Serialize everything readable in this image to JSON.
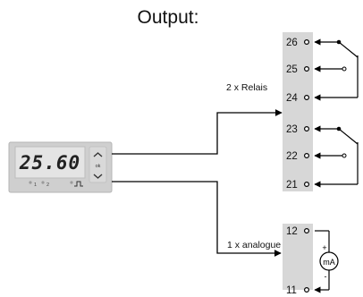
{
  "title": "Output:",
  "device": {
    "display_value": "25.60",
    "key_up": "^",
    "key_ok": "ok",
    "key_down": "v",
    "led_1": "1",
    "led_2": "2",
    "pulse_symbol": "⎍"
  },
  "relay_group": {
    "label": "2 x Relais",
    "terminals": [
      "26",
      "25",
      "24",
      "23",
      "22",
      "21"
    ]
  },
  "analogue_group": {
    "label": "1 x analogue",
    "terminals": [
      "12",
      "11"
    ],
    "meter_label": "mA",
    "plus": "+",
    "minus": "-"
  },
  "colors": {
    "terminal_block": "#d7d7d7",
    "device_body": "#cfcfcf",
    "display_window": "#e4e4e4",
    "line": "#000000"
  }
}
